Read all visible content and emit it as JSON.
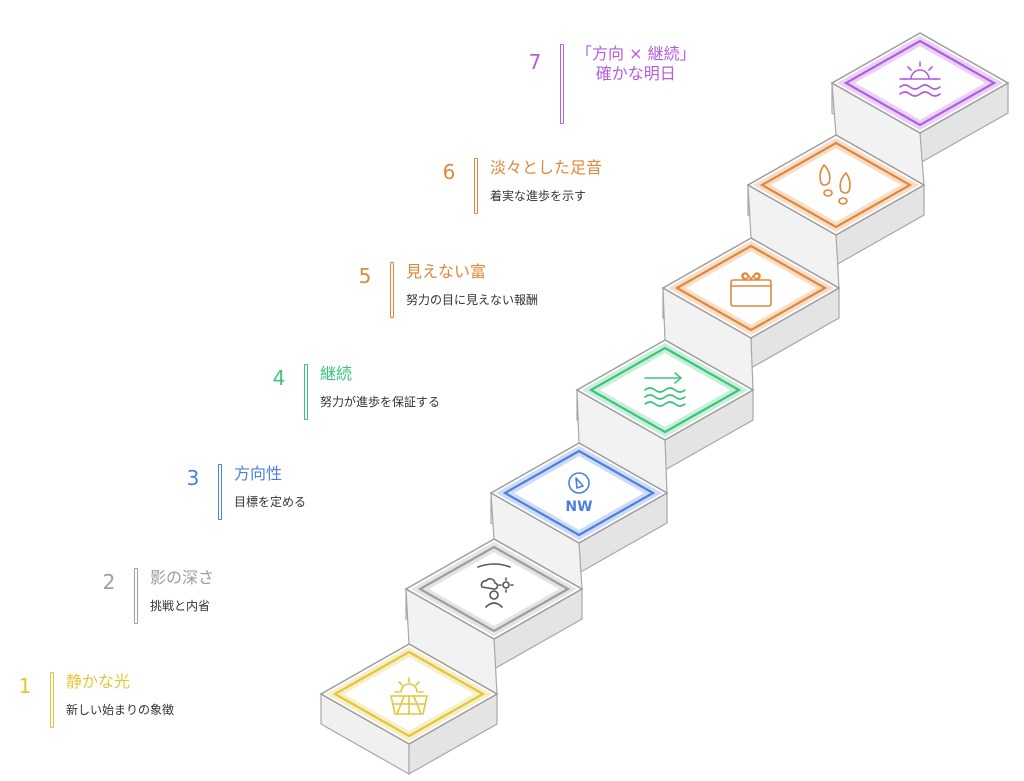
{
  "steps": [
    {
      "number": "1",
      "title": "静かな光",
      "subtitle": "新しい始まりの象徴",
      "color": "#e3c63a",
      "icon": "sunrise-field-icon"
    },
    {
      "number": "2",
      "title": "影の深さ",
      "subtitle": "挑戦と内省",
      "color": "#9e9e9e",
      "icon": "cloud-sun-person-icon"
    },
    {
      "number": "3",
      "title": "方向性",
      "subtitle": "目標を定める",
      "color": "#4c7fe0",
      "icon": "compass-nw-icon"
    },
    {
      "number": "4",
      "title": "継続",
      "subtitle": "努力が進歩を保証する",
      "color": "#3cc47a",
      "icon": "arrow-waves-icon"
    },
    {
      "number": "5",
      "title": "見えない富",
      "subtitle": "努力の目に見えない報酬",
      "color": "#e2873a",
      "icon": "gift-box-icon"
    },
    {
      "number": "6",
      "title": "淡々とした足音",
      "subtitle": "着実な進歩を示す",
      "color": "#e2873a",
      "icon": "footprints-icon"
    },
    {
      "number": "7",
      "title": "「方向 × 継続」\n確かな明日",
      "subtitle": "",
      "color": "#b45de0",
      "icon": "sunrise-sea-icon"
    }
  ],
  "compass_letters": "NW"
}
